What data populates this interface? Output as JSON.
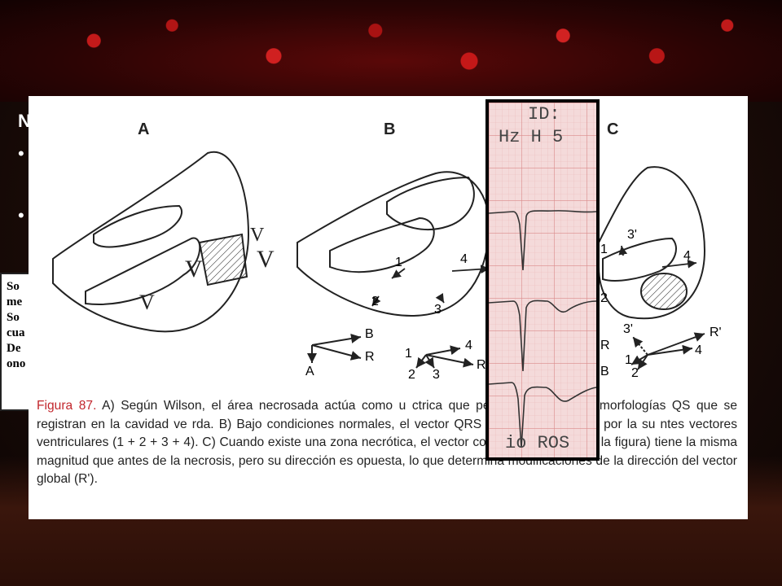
{
  "slide": {
    "title_fragment": "N",
    "bullet_1": "•",
    "bullet_2": "•"
  },
  "textbox": {
    "lines": [
      "So",
      "me",
      "So",
      "cua",
      "De",
      "ono"
    ]
  },
  "figure": {
    "labels": {
      "a": "A",
      "b": "B",
      "c": "C"
    },
    "vectors_a": {
      "b": "B",
      "r": "R",
      "a": "A"
    },
    "vectors_b": {
      "n1": "1",
      "n2": "2",
      "n3": "3",
      "n4": "4",
      "r": "R"
    },
    "heart_b_numbers": {
      "n1": "1",
      "n2": "2",
      "n3": "3",
      "n4": "4"
    },
    "heart_c_numbers": {
      "n1": "1",
      "n2": "2",
      "n3p": "3'",
      "n4": "4"
    },
    "vectors_c": {
      "r": "R'",
      "n3p": "3'",
      "n4": "4",
      "n1": "1",
      "n2": "2"
    },
    "cut_b_letters": {
      "r": "R",
      "b": "B"
    },
    "caption_ref": "Figura 87.",
    "caption_text": " A) Según Wilson, el área necrosada actúa como u                      ctrica que permite registrar las morfologías QS que se registran en la cavidad ve                        rda. B) Bajo condiciones normales, el vector QRS global (R) se forma por la su                        ntes vectores ventriculares (1 + 2 + 3 + 4). C) Cuando existe una zona necrótica, el vector correspondiente (3 en la figura) tiene la misma magnitud que antes de la necrosis, pero su dirección es opuesta, lo que determina modificaciones de la dirección del vector global (R')."
  },
  "ecg": {
    "header_1": "ID:",
    "header_2": "Hz  H 5",
    "footer": "io ROS"
  },
  "colors": {
    "ecg_grid": "#e7a7a7",
    "ecg_bg": "#f4dada",
    "caption_accent": "#c2272d"
  }
}
